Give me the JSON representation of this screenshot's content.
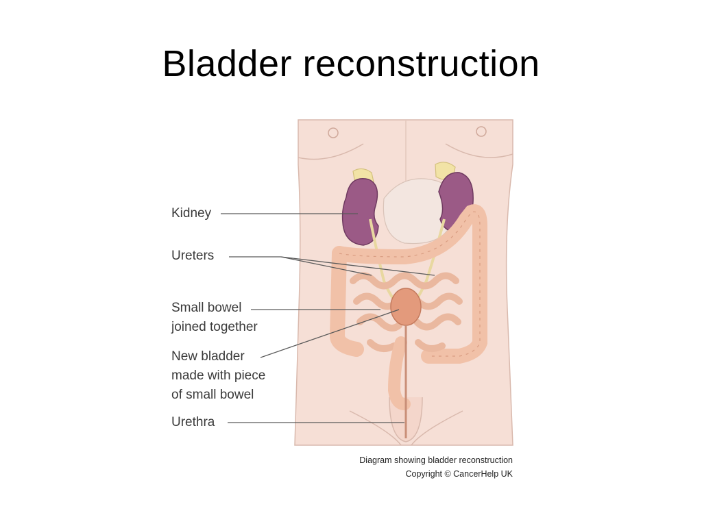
{
  "slide": {
    "title": "Bladder reconstruction"
  },
  "diagram": {
    "labels": {
      "kidney": "Kidney",
      "ureters": "Ureters",
      "small_bowel_line1": "Small bowel",
      "small_bowel_line2": "joined together",
      "new_bladder_line1": "New bladder",
      "new_bladder_line2": "made with piece",
      "new_bladder_line3": "of small bowel",
      "urethra": "Urethra"
    },
    "caption": {
      "line1": "Diagram showing bladder reconstruction",
      "line2": "Copyright © CancerHelp UK"
    },
    "colors": {
      "skin": "#f6dfd6",
      "skin_outline": "#d9b9ad",
      "kidney": "#9b5a86",
      "adrenal": "#f2e3a6",
      "bowel": "#f1c1a8",
      "bowel_outline": "#d99d82",
      "bladder": "#e39a7c",
      "leader_line": "#5a5a5a"
    }
  }
}
